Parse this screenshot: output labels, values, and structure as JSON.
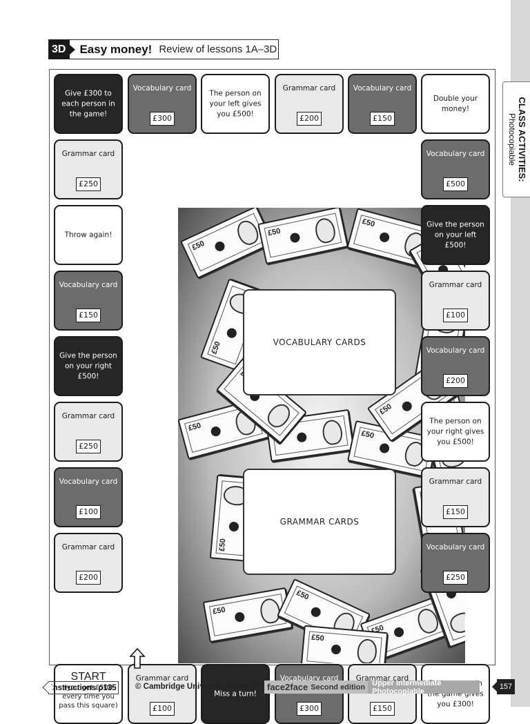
{
  "header": {
    "number": "3D",
    "title": "Easy money!",
    "subtitle": "Review of lessons 1A–3D"
  },
  "side_tab": {
    "line1": "CLASS ACTIVITIES:",
    "line2": "Photocopiable"
  },
  "center": {
    "vocab_pile": "VOCABULARY CARDS",
    "grammar_pile": "GRAMMAR CARDS",
    "note_value": "£50"
  },
  "squares": {
    "top": [
      {
        "text": "Give £300 to each person in the game!",
        "style": "dark"
      },
      {
        "text": "Vocabulary card",
        "amount": "£300",
        "style": "mid"
      },
      {
        "text": "The person on your left gives you £500!",
        "style": "white"
      },
      {
        "text": "Grammar card",
        "amount": "£200",
        "style": "light"
      },
      {
        "text": "Vocabulary card",
        "amount": "£150",
        "style": "mid"
      },
      {
        "text": "Double your money!",
        "style": "white"
      }
    ],
    "left": [
      {
        "text": "Grammar card",
        "amount": "£250",
        "style": "light"
      },
      {
        "text": "Throw again!",
        "style": "white"
      },
      {
        "text": "Vocabulary card",
        "amount": "£150",
        "style": "mid"
      },
      {
        "text": "Give the person on your right £500!",
        "style": "dark"
      },
      {
        "text": "Grammar card",
        "amount": "£250",
        "style": "light"
      },
      {
        "text": "Vocabulary card",
        "amount": "£100",
        "style": "mid"
      },
      {
        "text": "Grammar card",
        "amount": "£200",
        "style": "light"
      }
    ],
    "right": [
      {
        "text": "Vocabulary card",
        "amount": "£500",
        "style": "mid"
      },
      {
        "text": "Give the person on your left £500!",
        "style": "dark"
      },
      {
        "text": "Grammar card",
        "amount": "£100",
        "style": "light"
      },
      {
        "text": "Vocabulary card",
        "amount": "£200",
        "style": "mid"
      },
      {
        "text": "The person on your right gives you £500!",
        "style": "white"
      },
      {
        "text": "Grammar card",
        "amount": "£150",
        "style": "light"
      },
      {
        "text": "Vocabulary card",
        "amount": "£250",
        "style": "mid"
      }
    ],
    "bottom": [
      {
        "text": "Grammar card",
        "amount": "£100",
        "style": "light"
      },
      {
        "text": "Miss a turn!",
        "style": "dark"
      },
      {
        "text": "Vocabulary card",
        "amount": "£300",
        "style": "mid"
      },
      {
        "text": "Grammar card",
        "amount": "£150",
        "style": "light"
      },
      {
        "text": "Each person in the game gives you £300!",
        "style": "white"
      }
    ],
    "start": {
      "word": "START",
      "text": "(you get £500 every time you pass this square)"
    }
  },
  "footer": {
    "instructions": "Instructions p135",
    "copyright": "© Cambridge University Press 2012",
    "brand": "face2face",
    "edition": "Second edition",
    "level": "Upper Intermediate Photocopiable",
    "page": "157"
  }
}
